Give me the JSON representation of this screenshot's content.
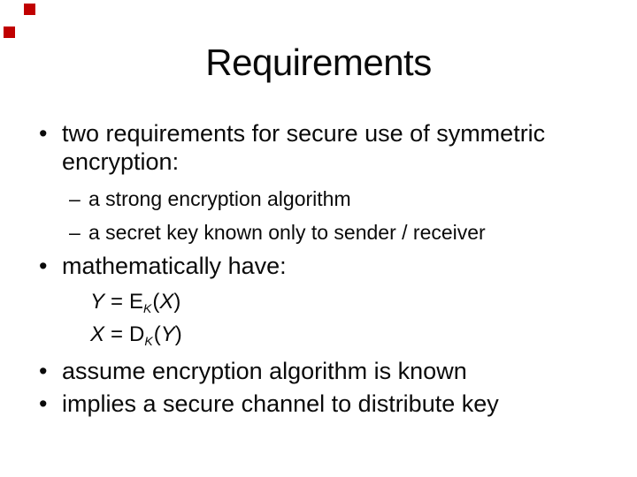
{
  "colors": {
    "background": "#ffffff",
    "text": "#0a0a0a",
    "accent_red": "#c00000"
  },
  "decor": {
    "square_style": "background:#c00000"
  },
  "slide": {
    "title": "Requirements",
    "bullets": {
      "b1": {
        "marker": "•",
        "line1": "two requirements for secure use of symmetric",
        "line2": "encryption:"
      },
      "sub1": {
        "marker": "–",
        "text": "a strong encryption algorithm"
      },
      "sub2": {
        "marker": "–",
        "text": "a secret key known only to sender / receiver"
      },
      "b2": {
        "marker": "•",
        "text": "mathematically have:"
      },
      "b3": {
        "marker": "•",
        "text": "assume encryption algorithm is known"
      },
      "b4": {
        "marker": "•",
        "text": "implies a secure channel to distribute key"
      }
    },
    "math": {
      "line1": {
        "lhs": "Y",
        "eq": "=",
        "func": "E",
        "sub": "K",
        "open": "(",
        "arg": "X",
        "close": ")"
      },
      "line2": {
        "lhs": "X",
        "eq": "=",
        "func": "D",
        "sub": "K",
        "open": "(",
        "arg": "Y",
        "close": ")"
      }
    }
  }
}
